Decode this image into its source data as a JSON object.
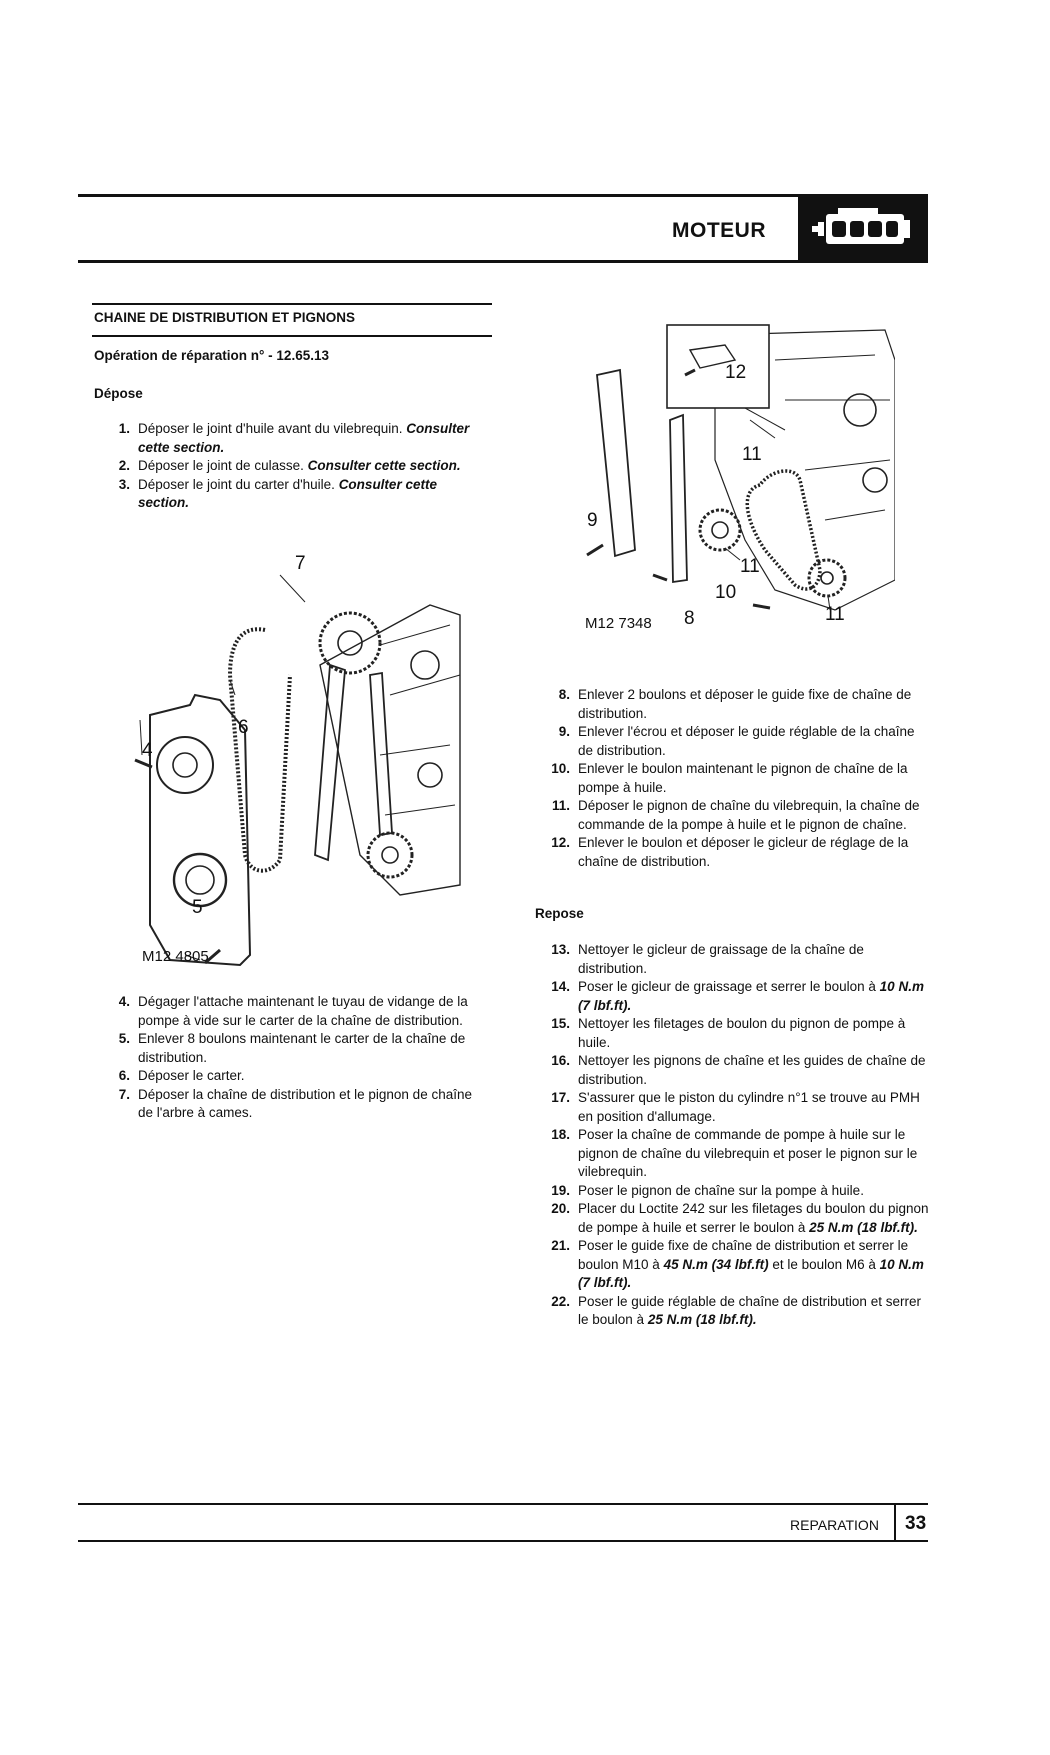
{
  "header": {
    "title": "MOTEUR",
    "icon": "engine-icon"
  },
  "section": {
    "title": "CHAINE DE DISTRIBUTION ET PIGNONS",
    "operation": "Opération de réparation n° -  12.65.13"
  },
  "depose": {
    "heading": "Dépose",
    "steps_a": [
      {
        "num": "1.",
        "text": "Déposer le joint d'huile avant du vilebrequin. ",
        "ref": "Consulter cette section."
      },
      {
        "num": "2.",
        "text": "Déposer le joint de culasse.   ",
        "ref": "Consulter cette section."
      },
      {
        "num": "3.",
        "text": "Déposer le joint du carter d'huile.   ",
        "ref": "Consulter cette section."
      }
    ],
    "steps_b": [
      {
        "num": "4.",
        "text": "Dégager l'attache maintenant le tuyau de vidange de la pompe à vide sur le carter de la chaîne de distribution."
      },
      {
        "num": "5.",
        "text": "Enlever 8 boulons maintenant le carter de la chaîne de distribution."
      },
      {
        "num": "6.",
        "text": "Déposer le carter."
      },
      {
        "num": "7.",
        "text": "Déposer la chaîne de distribution et le pignon de chaîne de l'arbre à cames."
      }
    ],
    "steps_c": [
      {
        "num": "8.",
        "text": "Enlever 2 boulons et déposer le guide fixe de chaîne de distribution."
      },
      {
        "num": "9.",
        "text": "Enlever l'écrou et déposer le guide réglable de la chaîne de distribution."
      },
      {
        "num": "10.",
        "text": "Enlever le boulon maintenant le pignon de chaîne de la pompe à huile."
      },
      {
        "num": "11.",
        "text": "Déposer le pignon de chaîne du vilebrequin, la chaîne de commande de la pompe à huile et le pignon de chaîne."
      },
      {
        "num": "12.",
        "text": "Enlever le boulon et déposer le gicleur de réglage de la chaîne de distribution."
      }
    ]
  },
  "repose": {
    "heading": "Repose",
    "steps": [
      {
        "num": "13.",
        "parts": [
          {
            "t": "Nettoyer le gicleur de graissage de la chaîne de distribution."
          }
        ]
      },
      {
        "num": "14.",
        "parts": [
          {
            "t": "Poser le gicleur de graissage et serrer le boulon à "
          },
          {
            "b": "10 N.m (7 lbf.ft)."
          }
        ]
      },
      {
        "num": "15.",
        "parts": [
          {
            "t": "Nettoyer les filetages de boulon du pignon de pompe à huile."
          }
        ]
      },
      {
        "num": "16.",
        "parts": [
          {
            "t": "Nettoyer les pignons de chaîne et les guides de chaîne de distribution."
          }
        ]
      },
      {
        "num": "17.",
        "parts": [
          {
            "t": "S'assurer que le piston du cylindre n°1 se trouve au PMH en position d'allumage."
          }
        ]
      },
      {
        "num": "18.",
        "parts": [
          {
            "t": "Poser la chaîne de commande de pompe à huile sur le pignon de chaîne du vilebrequin et poser le pignon sur le vilebrequin."
          }
        ]
      },
      {
        "num": "19.",
        "parts": [
          {
            "t": "Poser le pignon de chaîne sur la pompe à huile."
          }
        ]
      },
      {
        "num": "20.",
        "parts": [
          {
            "t": "Placer du Loctite 242 sur les filetages du boulon du pignon de pompe à huile et serrer le boulon à "
          },
          {
            "b": "25 N.m (18 lbf.ft)."
          }
        ]
      },
      {
        "num": "21.",
        "parts": [
          {
            "t": "Poser le guide fixe de chaîne de distribution et serrer le boulon M10 à "
          },
          {
            "b": "45 N.m (34 lbf.ft)"
          },
          {
            "t": " et le boulon M6 à "
          },
          {
            "b": "10 N.m (7 lbf.ft)."
          }
        ]
      },
      {
        "num": "22.",
        "parts": [
          {
            "t": "Poser le guide réglable de chaîne de distribution et serrer le boulon à "
          },
          {
            "b": "25 N.m (18 lbf.ft)."
          }
        ]
      }
    ]
  },
  "figure1": {
    "code": "M12 4805",
    "callouts": {
      "c4": "4",
      "c5": "5",
      "c6": "6",
      "c7": "7"
    }
  },
  "figure2": {
    "code": "M12 7348",
    "callouts": {
      "c8": "8",
      "c9": "9",
      "c10": "10",
      "c11a": "11",
      "c11b": "11",
      "c11c": "11",
      "c12": "12"
    }
  },
  "footer": {
    "label": "REPARATION",
    "page": "33"
  }
}
